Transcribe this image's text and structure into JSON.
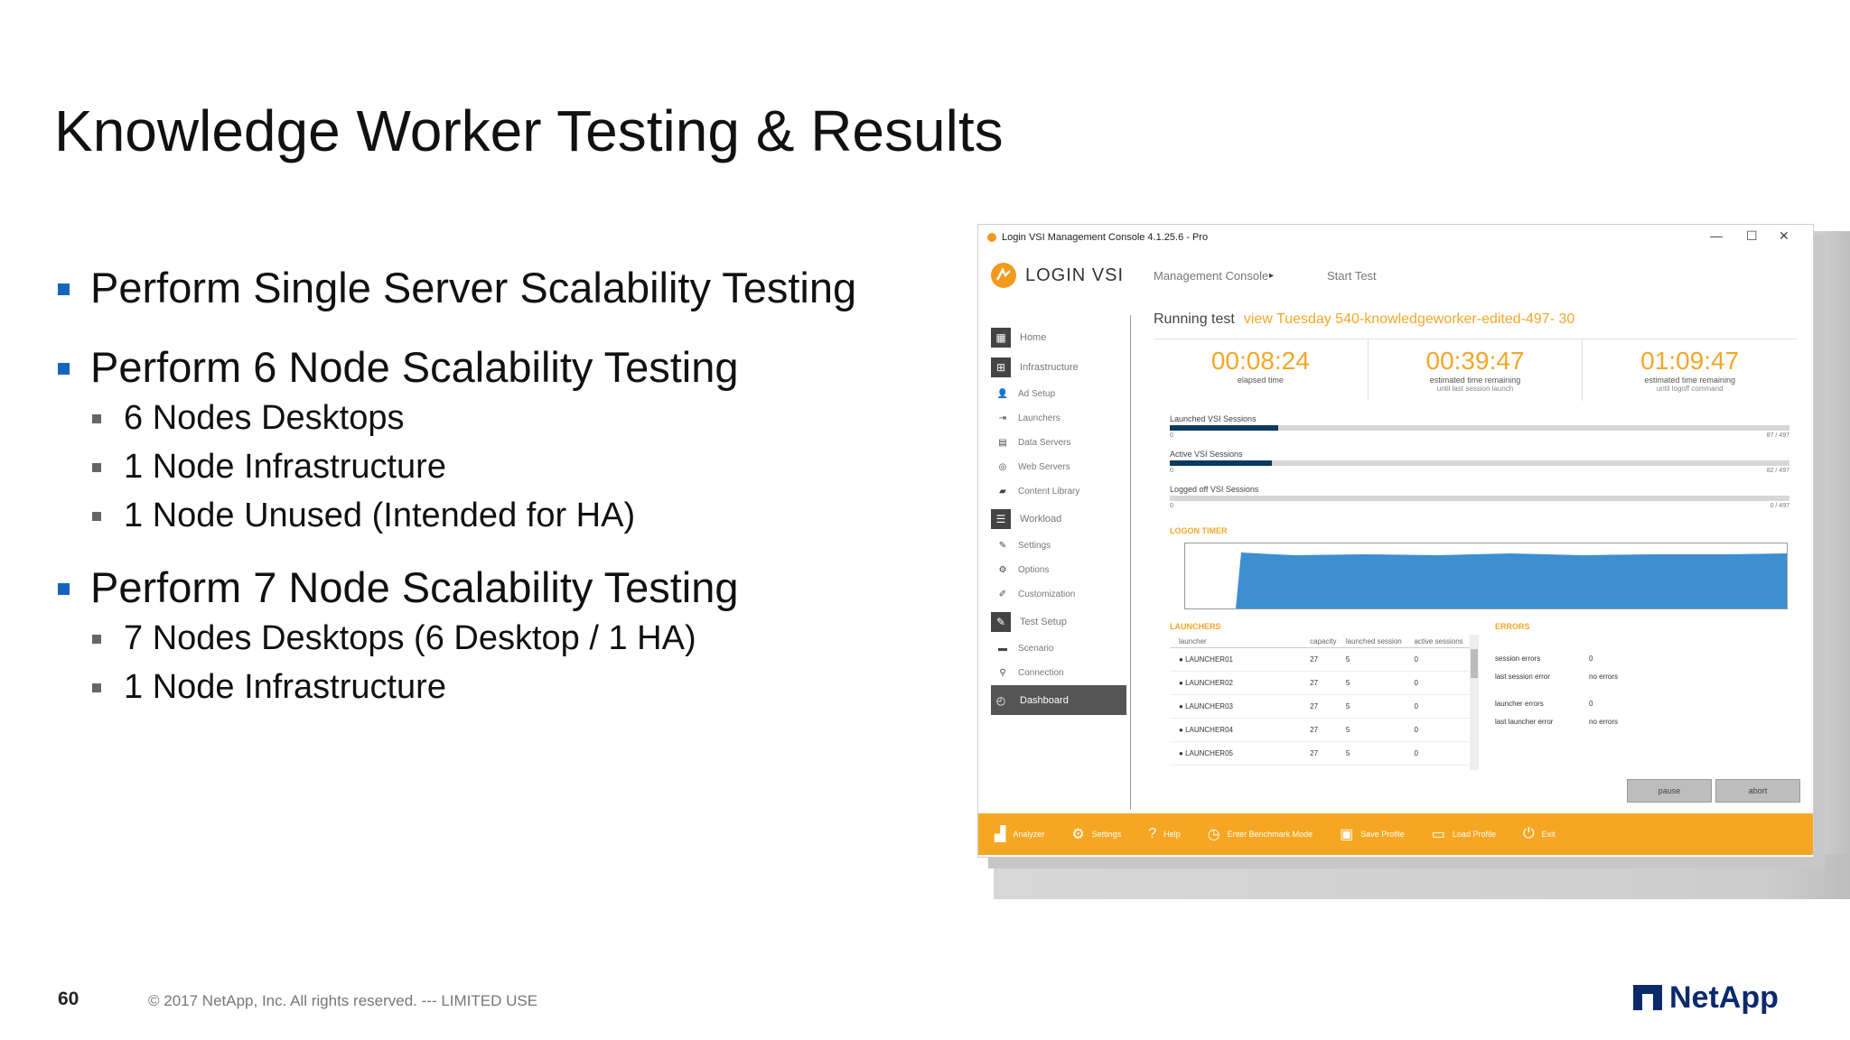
{
  "slide": {
    "title": "Knowledge Worker Testing & Results",
    "bullets": [
      {
        "text": "Perform Single Server Scalability Testing",
        "sub": []
      },
      {
        "text": "Perform 6 Node Scalability Testing",
        "sub": [
          "6 Nodes Desktops",
          "1 Node Infrastructure",
          "1 Node Unused (Intended for HA)"
        ]
      },
      {
        "text": "Perform 7 Node Scalability Testing",
        "sub": [
          "7 Nodes Desktops (6 Desktop / 1 HA)",
          "1 Node Infrastructure"
        ]
      }
    ],
    "page_number": "60",
    "copyright": "© 2017 NetApp, Inc. All rights reserved.  ---  LIMITED USE",
    "brand": "NetApp",
    "brand_color": "#0b2a6b",
    "bullet_color": "#1565c0"
  },
  "window": {
    "title": "Login VSI Management Console 4.1.25.6 - Pro",
    "controls": {
      "minimize": "—",
      "maximize": "☐",
      "close": "✕"
    },
    "logo_text": "LOGIN VSI",
    "breadcrumb": {
      "first": "Management Console",
      "sep": "▸",
      "second": "Start Test"
    },
    "nav": [
      {
        "label": "Home",
        "icon": "▦",
        "main": true,
        "name": "home"
      },
      {
        "label": "Infrastructure",
        "icon": "⊞",
        "main": true,
        "name": "infrastructure"
      },
      {
        "label": "Ad Setup",
        "icon": "👤",
        "main": false,
        "name": "ad-setup"
      },
      {
        "label": "Launchers",
        "icon": "⇥",
        "main": false,
        "name": "launchers"
      },
      {
        "label": "Data Servers",
        "icon": "▤",
        "main": false,
        "name": "data-servers"
      },
      {
        "label": "Web Servers",
        "icon": "◎",
        "main": false,
        "name": "web-servers"
      },
      {
        "label": "Content Library",
        "icon": "▰",
        "main": false,
        "name": "content-library"
      },
      {
        "label": "Workload",
        "icon": "☰",
        "main": true,
        "name": "workload"
      },
      {
        "label": "Settings",
        "icon": "✎",
        "main": false,
        "name": "settings"
      },
      {
        "label": "Options",
        "icon": "⚙",
        "main": false,
        "name": "options"
      },
      {
        "label": "Customization",
        "icon": "✐",
        "main": false,
        "name": "customization"
      },
      {
        "label": "Test Setup",
        "icon": "✎",
        "main": true,
        "name": "test-setup"
      },
      {
        "label": "Scenario",
        "icon": "▬",
        "main": false,
        "name": "scenario"
      },
      {
        "label": "Connection",
        "icon": "⚲",
        "main": false,
        "name": "connection"
      },
      {
        "label": "Dashboard",
        "icon": "◴",
        "main": true,
        "active": true,
        "name": "dashboard"
      }
    ],
    "running_label": "Running test",
    "running_value": "view Tuesday 540-knowledgeworker-edited-497- 30",
    "timers": [
      {
        "time": "00:08:24",
        "label": "elapsed time",
        "sub": ""
      },
      {
        "time": "00:39:47",
        "label": "estimated time remaining",
        "sub": "until last session launch"
      },
      {
        "time": "01:09:47",
        "label": "estimated time remaining",
        "sub": "until logoff command"
      }
    ],
    "sessions": [
      {
        "label": "Launched VSI Sessions",
        "start": "0",
        "end": "87 / 497",
        "fraction": 0.175
      },
      {
        "label": "Active VSI Sessions",
        "start": "0",
        "end": "82 / 497",
        "fraction": 0.165
      },
      {
        "label": "Logged off VSI Sessions",
        "start": "0",
        "end": "0 / 497",
        "fraction": 0.0
      }
    ],
    "logon_timer_label": "LOGON TIMER",
    "launchers_label": "LAUNCHERS",
    "launcher_columns": [
      "launcher",
      "capacity",
      "launched session",
      "active sessions"
    ],
    "launchers": [
      {
        "name": "LAUNCHER01",
        "capacity": "27",
        "launched": "5",
        "active": "0"
      },
      {
        "name": "LAUNCHER02",
        "capacity": "27",
        "launched": "5",
        "active": "0"
      },
      {
        "name": "LAUNCHER03",
        "capacity": "27",
        "launched": "5",
        "active": "0"
      },
      {
        "name": "LAUNCHER04",
        "capacity": "27",
        "launched": "5",
        "active": "0"
      },
      {
        "name": "LAUNCHER05",
        "capacity": "27",
        "launched": "5",
        "active": "0"
      }
    ],
    "errors_label": "ERRORS",
    "errors": [
      {
        "key": "session errors",
        "value": "0"
      },
      {
        "key": "last session error",
        "value": "no errors"
      },
      {
        "key": "launcher errors",
        "value": "0"
      },
      {
        "key": "last launcher error",
        "value": "no errors"
      }
    ],
    "pause_label": "pause",
    "abort_label": "abort",
    "toolbar": [
      {
        "label": "Analyzer",
        "icon": "▟",
        "name": "analyzer"
      },
      {
        "label": "Settings",
        "icon": "⚙",
        "name": "settings"
      },
      {
        "label": "Help",
        "icon": "?",
        "name": "help"
      },
      {
        "label": "Enter Benchmark Mode",
        "icon": "◷",
        "name": "benchmark"
      },
      {
        "label": "Save Profile",
        "icon": "▣",
        "name": "save-profile"
      },
      {
        "label": "Load Profile",
        "icon": "▭",
        "name": "load-profile"
      },
      {
        "label": "Exit",
        "icon": "⏻",
        "name": "exit"
      }
    ],
    "accent_color": "#f5a623",
    "bar_color": "#0b3a5c",
    "chart_fill": "#3d8fd0"
  }
}
